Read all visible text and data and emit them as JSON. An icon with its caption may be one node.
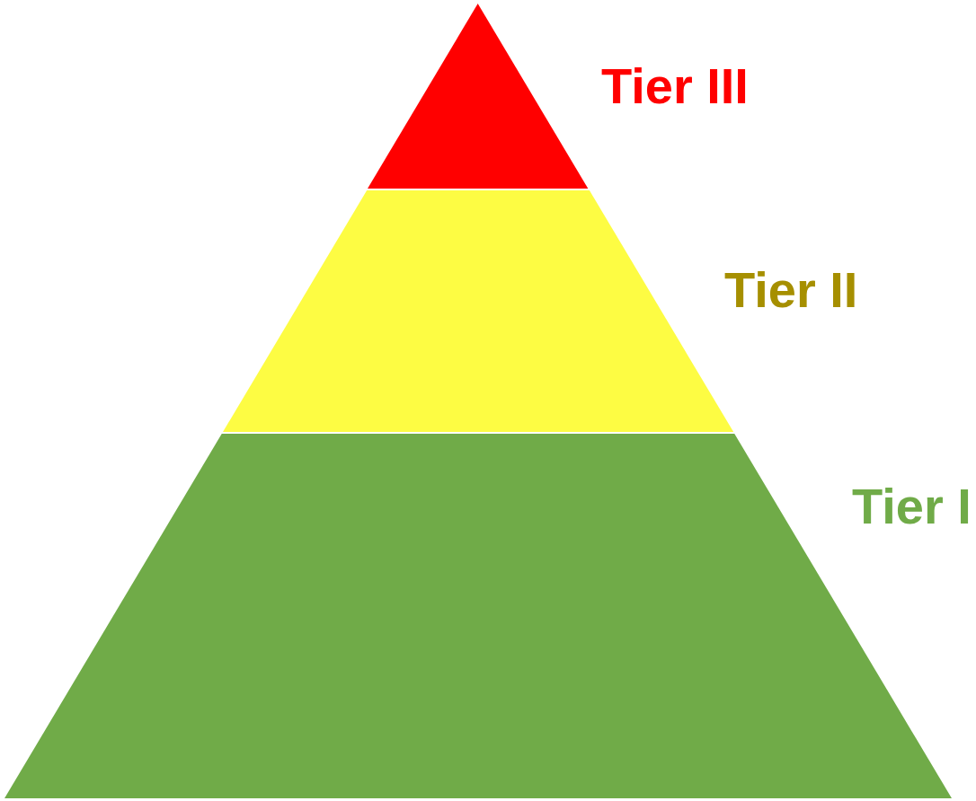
{
  "diagram": {
    "nodes": [
      {
        "text": [],
        "shape": "triangle",
        "beside": [
          "Tier III"
        ]
      },
      {
        "text": [],
        "shape": "trapezoid",
        "beside": [
          "Tier II"
        ]
      },
      {
        "text": [],
        "shape": "trapezoid",
        "beside": [
          "Tier I"
        ]
      }
    ]
  }
}
